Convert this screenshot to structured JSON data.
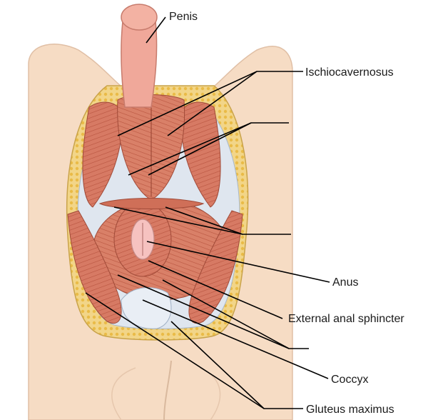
{
  "labels": {
    "penis": "Penis",
    "ischiocavernosus": "Ischiocavernosus",
    "anus": "Anus",
    "external_anal_sphincter": "External anal sphincter",
    "coccyx": "Coccyx",
    "gluteus_maximus": "Gluteus maximus"
  },
  "colors": {
    "skin": "#f6dcc4",
    "fat": "#f2cf6e",
    "muscle": "#d77a64",
    "ligament": "#cfdbe8",
    "penis": "#f0a89a",
    "anus": "#f4b8b8"
  }
}
